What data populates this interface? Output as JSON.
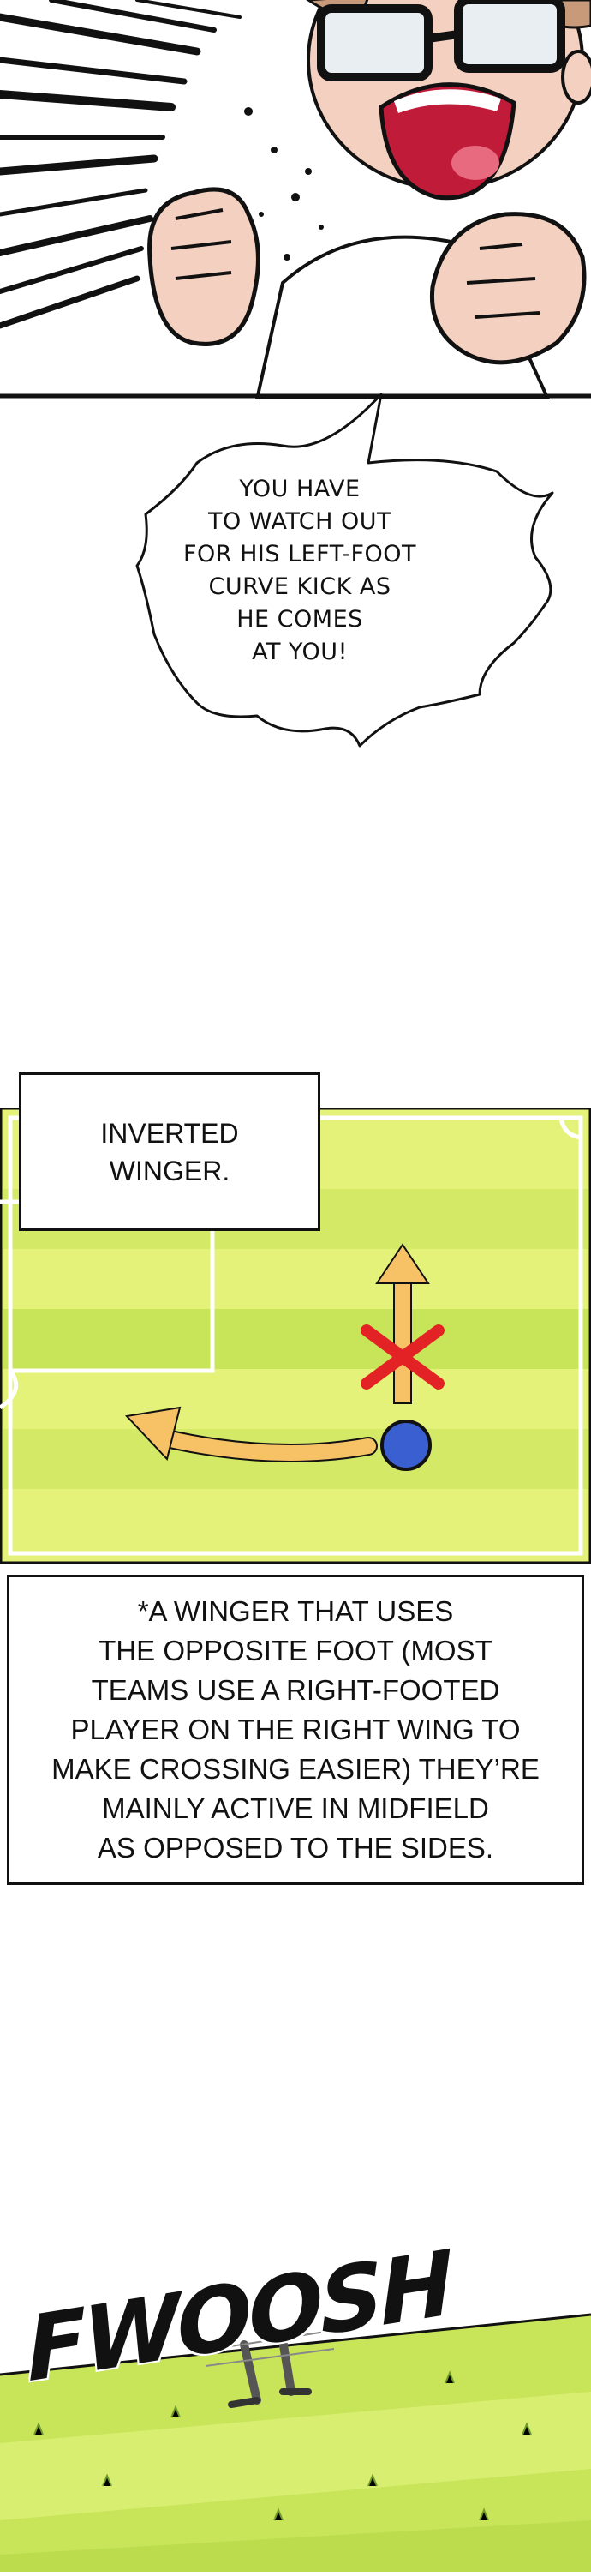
{
  "speech_bubble": {
    "lines": [
      "YOU HAVE",
      "TO WATCH OUT",
      "FOR HIS LEFT-FOOT",
      "CURVE KICK AS",
      "HE COMES",
      "AT YOU!"
    ]
  },
  "caption": {
    "lines": [
      "INVERTED",
      "WINGER."
    ]
  },
  "note": {
    "lines": [
      "*A WINGER THAT USES",
      "THE OPPOSITE FOOT (MOST",
      "TEAMS USE A RIGHT-FOOTED",
      "PLAYER ON THE RIGHT WING TO",
      "MAKE CROSSING EASIER)  THEY’RE",
      "MAINLY ACTIVE IN MIDFIELD",
      "AS OPPOSED TO THE SIDES."
    ]
  },
  "sound_effect": {
    "text": "FWOOSH"
  },
  "colors": {
    "field_light": "#e4f27a",
    "field_dark": "#c8e55a",
    "arrow_orange": "#f7c165",
    "cross_red": "#e32225",
    "player_blue": "#3a5fd0",
    "skin": "#f4d0c0",
    "mouth": "#c11b3a"
  }
}
